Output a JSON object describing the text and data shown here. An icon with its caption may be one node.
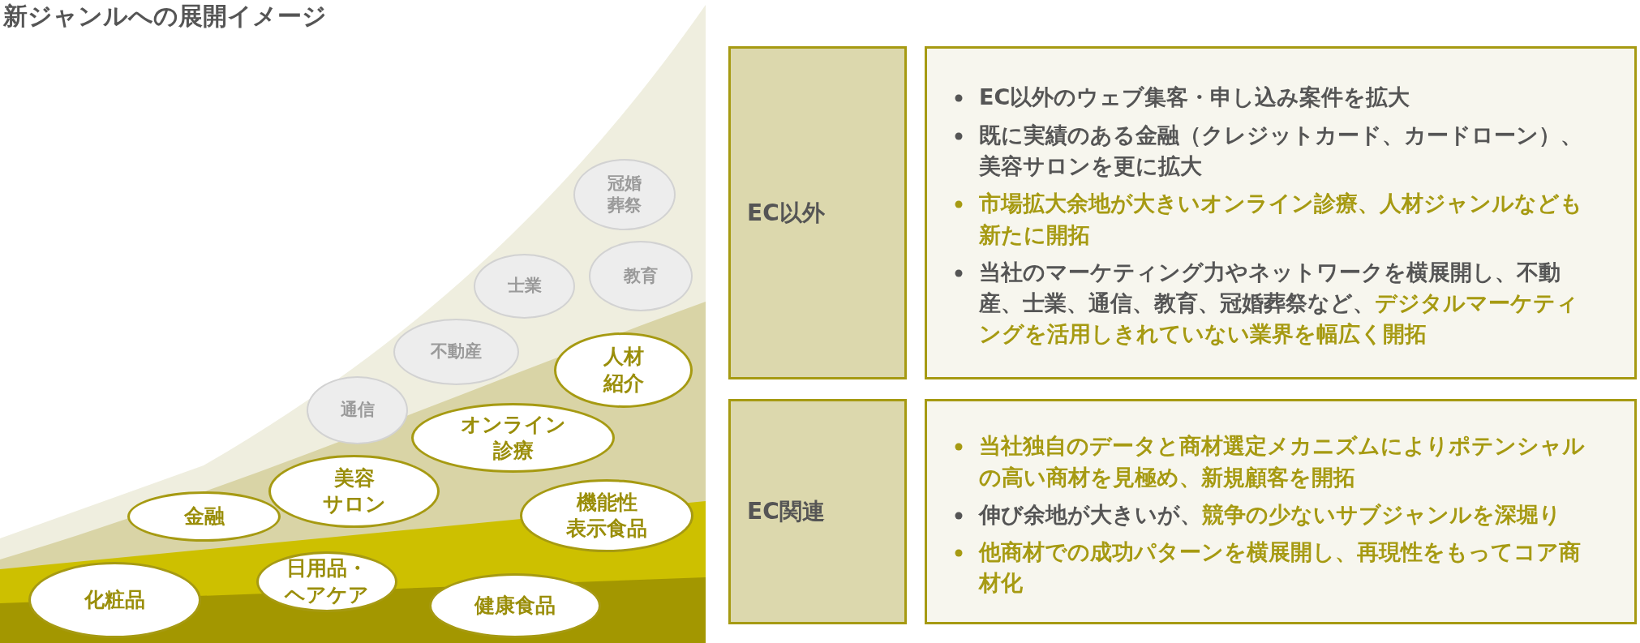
{
  "diagram": {
    "title": "新ジャンルへの展開イメージ",
    "nodes": [
      {
        "text": [
          "冠婚葬祭"
        ]
      },
      {
        "text": [
          "教育"
        ]
      },
      {
        "text": [
          "士業"
        ]
      },
      {
        "text": [
          "不動産"
        ]
      },
      {
        "text": [
          "人材紹介"
        ]
      },
      {
        "text": [
          "通信"
        ]
      },
      {
        "text": [
          "オンライン診療"
        ]
      },
      {
        "text": [
          "美容サロン"
        ]
      },
      {
        "text": [
          "金融"
        ]
      },
      {
        "text": [
          "機能性表示食品"
        ]
      },
      {
        "text": [
          "日用品・ヘアケア"
        ]
      },
      {
        "text": [
          "化粧品"
        ]
      },
      {
        "text": [
          "健康食品"
        ]
      },
      {
        "text": [
          "EC以外"
        ]
      },
      {
        "text": [
          "EC以外のウェブ集客・申し込み案件を拡大",
          "既に実績のある金融（クレジットカード、カードローン）、美容サロンを更に拡大",
          "市場拡大余地が大きいオンライン診療、人材ジャンルなども新たに開拓",
          "当社のマーケティング力やネットワークを横展開し、不動産、士業、通信、教育、冠婚葬祭など、**デジタルマーケティングを活用しきれていない業界を幅広く開拓**"
        ]
      },
      {
        "text": [
          "EC関連"
        ]
      },
      {
        "text": [
          "当社独自のデータと商材選定メカニズムによりポテンシャルの高い商材を見極め、新規顧客を開拓",
          "伸び余地が大きいが、**競争の少ないサブジャンルを深堀り**",
          "他商材での成功パターンを横展開し、再現性をもってコア商材化"
        ]
      }
    ]
  }
}
